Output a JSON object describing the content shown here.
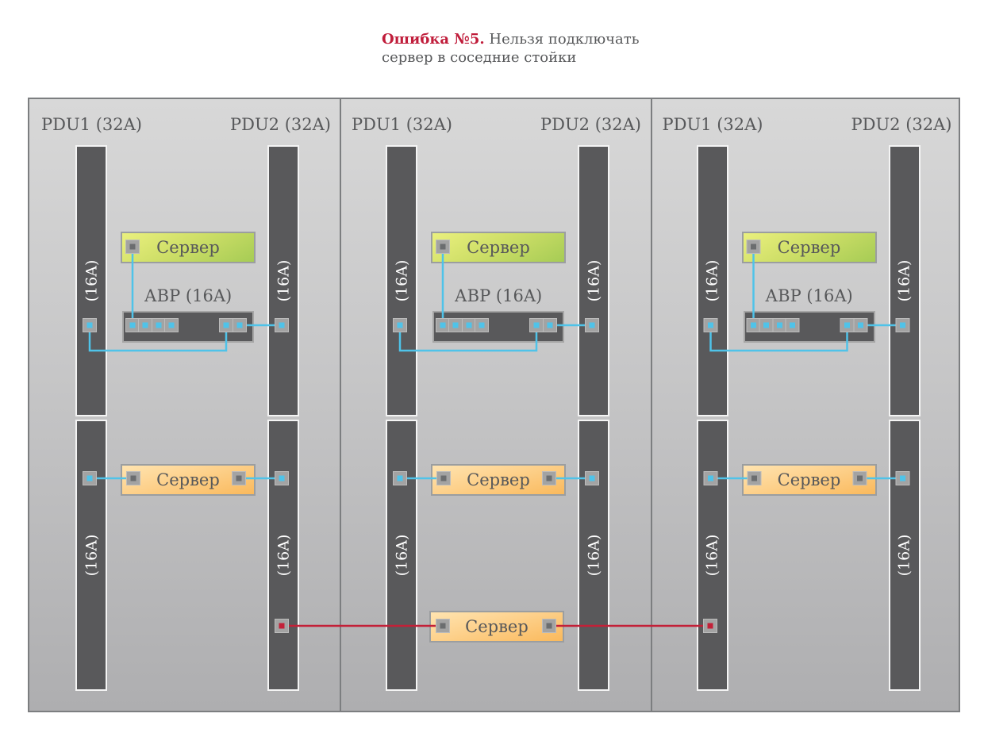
{
  "title": {
    "prefix": "Ошибка №5.",
    "line1_rest": "Нельзя подключать",
    "line2": "сервер в соседние стойки"
  },
  "colors": {
    "cable_blue": "#4fc3e9",
    "cable_red": "#c32038",
    "title_red": "#c01d3b",
    "text_gray": "#57585a",
    "bar_dark": "#59595b",
    "connector_outer": "#a3a3a3",
    "connector_inner_gray": "#6b6d6f"
  },
  "racks": [
    {
      "pdu1_label": "PDU1 (32A)",
      "pdu2_label": "PDU2 (32A)",
      "rating_label": "(16A)",
      "abp_label": "АВР (16A)",
      "server_top_label": "Сервер",
      "server_middle_label": "Сервер",
      "server_bottom_label": ""
    },
    {
      "pdu1_label": "PDU1 (32A)",
      "pdu2_label": "PDU2 (32A)",
      "rating_label": "(16A)",
      "abp_label": "АВР (16A)",
      "server_top_label": "Сервер",
      "server_middle_label": "Сервер",
      "server_bottom_label": "Сервер"
    },
    {
      "pdu1_label": "PDU1 (32A)",
      "pdu2_label": "PDU2 (32A)",
      "rating_label": "(16A)",
      "abp_label": "АВР (16A)",
      "server_top_label": "Сервер",
      "server_middle_label": "Сервер",
      "server_bottom_label": ""
    }
  ],
  "cables": {
    "per_rack_blue": [
      {
        "from": "top-server",
        "to": "abp-port-1"
      },
      {
        "from": "pdu1",
        "to": "abp-port-5"
      },
      {
        "from": "abp-port-6",
        "to": "pdu2"
      },
      {
        "from": "pdu1",
        "to": "middle-server-left"
      },
      {
        "from": "middle-server-right",
        "to": "pdu2"
      }
    ],
    "cross_rack_red": [
      {
        "from": "rack1-pdu2",
        "to": "rack2-bottom-server-left"
      },
      {
        "from": "rack2-bottom-server-right",
        "to": "rack3-pdu1"
      }
    ]
  }
}
